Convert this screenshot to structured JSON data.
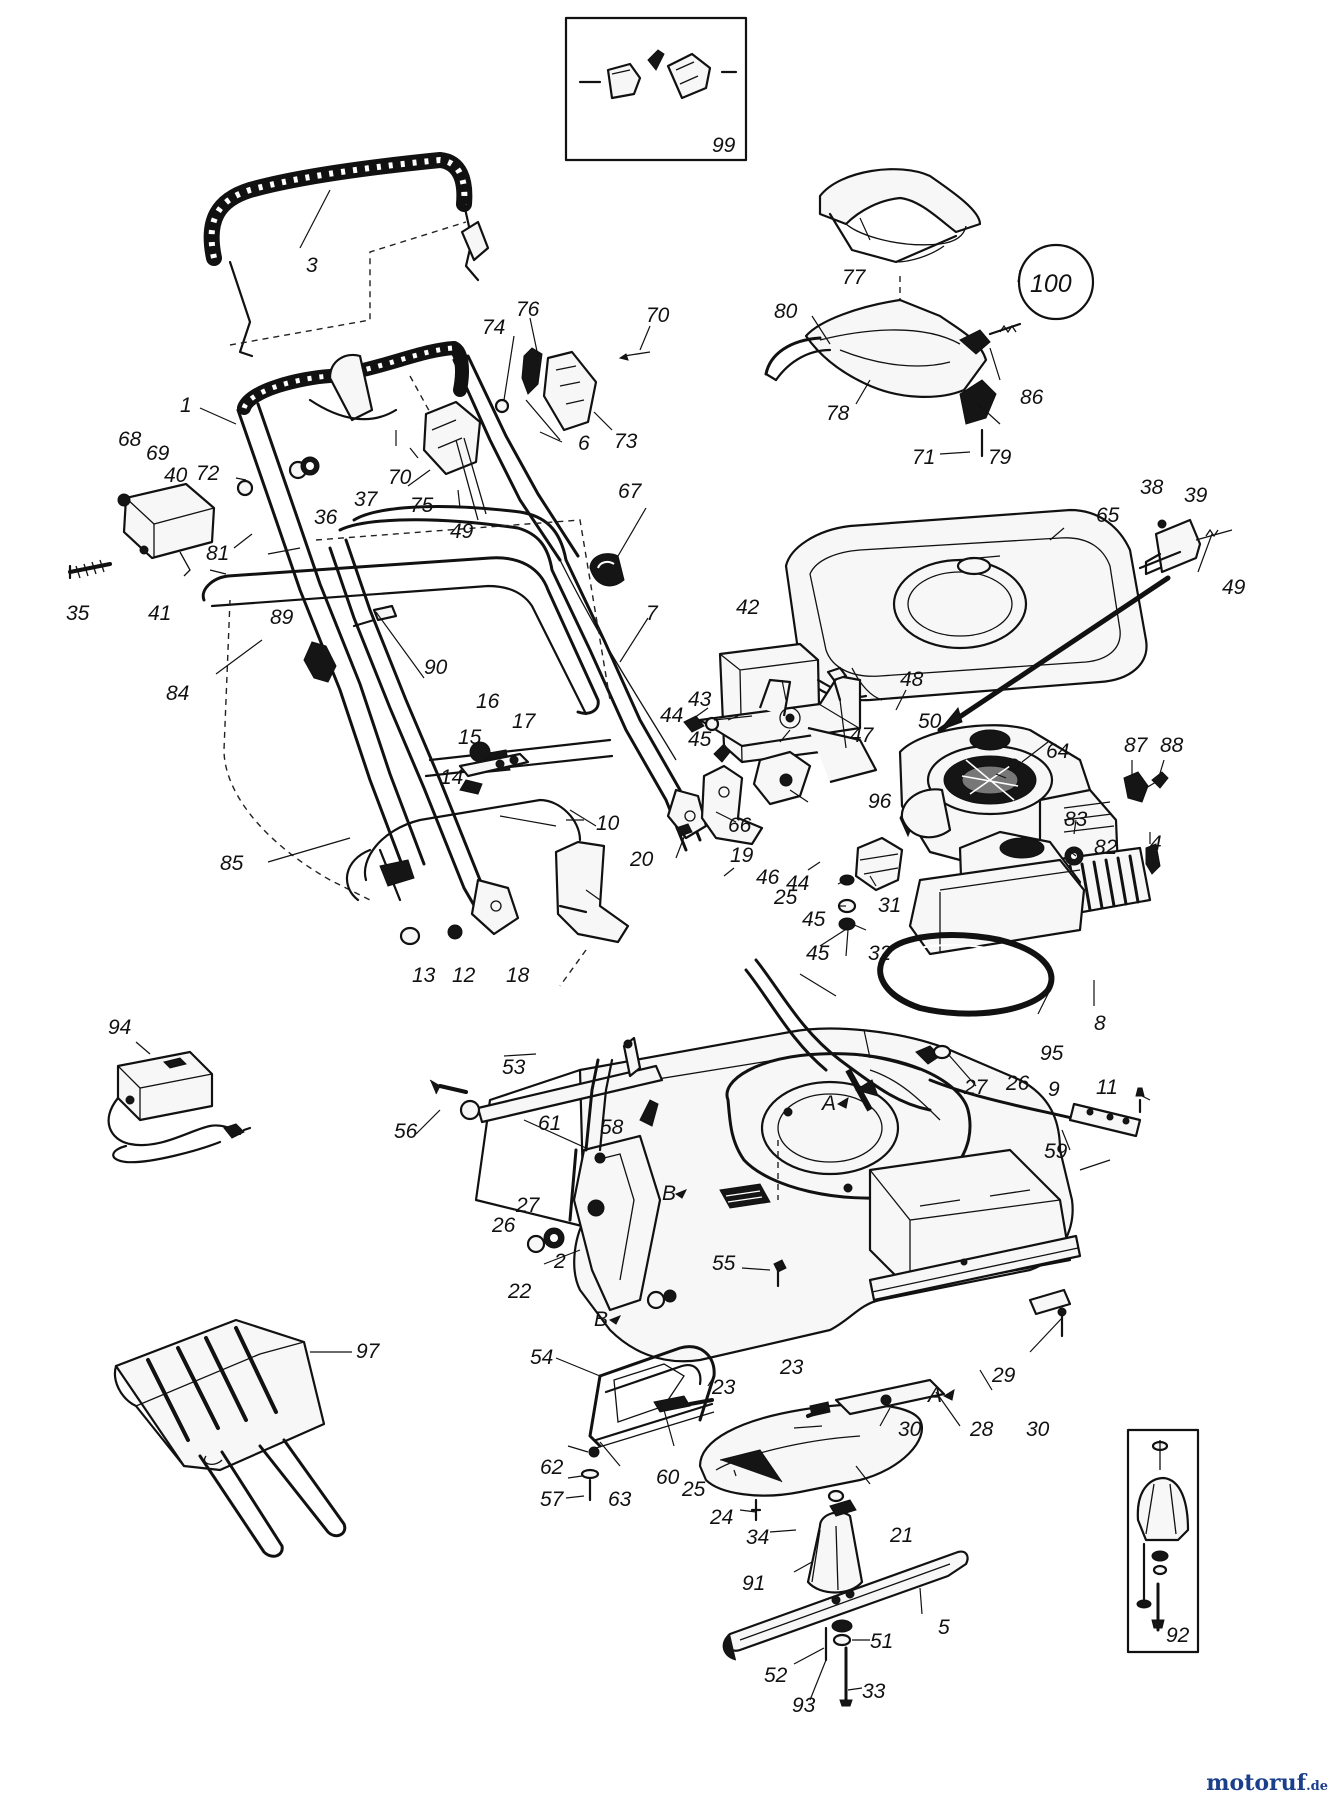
{
  "watermark": {
    "brand": "motoruf",
    "suffix": ".de",
    "color": "#1b3f8a"
  },
  "inset_labels": {
    "top_box": "99",
    "circled": "100",
    "right_box": "92"
  },
  "letter_marks": [
    "A",
    "A",
    "B",
    "B"
  ],
  "callouts": [
    {
      "id": "c1",
      "text": "1"
    },
    {
      "id": "c2",
      "text": "2"
    },
    {
      "id": "c3",
      "text": "3"
    },
    {
      "id": "c4",
      "text": "4"
    },
    {
      "id": "c5",
      "text": "5"
    },
    {
      "id": "c6",
      "text": "6"
    },
    {
      "id": "c7",
      "text": "7"
    },
    {
      "id": "c8",
      "text": "8"
    },
    {
      "id": "c9",
      "text": "9"
    },
    {
      "id": "c10",
      "text": "10"
    },
    {
      "id": "c11",
      "text": "11"
    },
    {
      "id": "c12",
      "text": "12"
    },
    {
      "id": "c13",
      "text": "13"
    },
    {
      "id": "c14",
      "text": "14"
    },
    {
      "id": "c15",
      "text": "15"
    },
    {
      "id": "c16",
      "text": "16"
    },
    {
      "id": "c17",
      "text": "17"
    },
    {
      "id": "c18",
      "text": "18"
    },
    {
      "id": "c19",
      "text": "19"
    },
    {
      "id": "c20",
      "text": "20"
    },
    {
      "id": "c21",
      "text": "21"
    },
    {
      "id": "c22",
      "text": "22"
    },
    {
      "id": "c23a",
      "text": "23"
    },
    {
      "id": "c23b",
      "text": "23"
    },
    {
      "id": "c24",
      "text": "24"
    },
    {
      "id": "c25a",
      "text": "25"
    },
    {
      "id": "c25b",
      "text": "25"
    },
    {
      "id": "c26a",
      "text": "26"
    },
    {
      "id": "c26b",
      "text": "26"
    },
    {
      "id": "c27a",
      "text": "27"
    },
    {
      "id": "c27b",
      "text": "27"
    },
    {
      "id": "c28",
      "text": "28"
    },
    {
      "id": "c29",
      "text": "29"
    },
    {
      "id": "c30a",
      "text": "30"
    },
    {
      "id": "c30b",
      "text": "30"
    },
    {
      "id": "c31",
      "text": "31"
    },
    {
      "id": "c32",
      "text": "32"
    },
    {
      "id": "c33",
      "text": "33"
    },
    {
      "id": "c34",
      "text": "34"
    },
    {
      "id": "c35",
      "text": "35"
    },
    {
      "id": "c36",
      "text": "36"
    },
    {
      "id": "c37",
      "text": "37"
    },
    {
      "id": "c38",
      "text": "38"
    },
    {
      "id": "c39",
      "text": "39"
    },
    {
      "id": "c40",
      "text": "40"
    },
    {
      "id": "c41",
      "text": "41"
    },
    {
      "id": "c42",
      "text": "42"
    },
    {
      "id": "c43",
      "text": "43"
    },
    {
      "id": "c44a",
      "text": "44"
    },
    {
      "id": "c44b",
      "text": "44"
    },
    {
      "id": "c45a",
      "text": "45"
    },
    {
      "id": "c45b",
      "text": "45"
    },
    {
      "id": "c45c",
      "text": "45"
    },
    {
      "id": "c46",
      "text": "46"
    },
    {
      "id": "c47",
      "text": "47"
    },
    {
      "id": "c48",
      "text": "48"
    },
    {
      "id": "c49a",
      "text": "49"
    },
    {
      "id": "c49b",
      "text": "49"
    },
    {
      "id": "c50",
      "text": "50"
    },
    {
      "id": "c51",
      "text": "51"
    },
    {
      "id": "c52",
      "text": "52"
    },
    {
      "id": "c53",
      "text": "53"
    },
    {
      "id": "c54",
      "text": "54"
    },
    {
      "id": "c55",
      "text": "55"
    },
    {
      "id": "c56",
      "text": "56"
    },
    {
      "id": "c57",
      "text": "57"
    },
    {
      "id": "c58",
      "text": "58"
    },
    {
      "id": "c59",
      "text": "59"
    },
    {
      "id": "c60",
      "text": "60"
    },
    {
      "id": "c61",
      "text": "61"
    },
    {
      "id": "c62",
      "text": "62"
    },
    {
      "id": "c63",
      "text": "63"
    },
    {
      "id": "c64",
      "text": "64"
    },
    {
      "id": "c65",
      "text": "65"
    },
    {
      "id": "c66",
      "text": "66"
    },
    {
      "id": "c67",
      "text": "67"
    },
    {
      "id": "c68",
      "text": "68"
    },
    {
      "id": "c69",
      "text": "69"
    },
    {
      "id": "c70a",
      "text": "70"
    },
    {
      "id": "c70b",
      "text": "70"
    },
    {
      "id": "c71",
      "text": "71"
    },
    {
      "id": "c72",
      "text": "72"
    },
    {
      "id": "c73",
      "text": "73"
    },
    {
      "id": "c74",
      "text": "74"
    },
    {
      "id": "c75",
      "text": "75"
    },
    {
      "id": "c76",
      "text": "76"
    },
    {
      "id": "c77",
      "text": "77"
    },
    {
      "id": "c78",
      "text": "78"
    },
    {
      "id": "c79",
      "text": "79"
    },
    {
      "id": "c80",
      "text": "80"
    },
    {
      "id": "c81",
      "text": "81"
    },
    {
      "id": "c82",
      "text": "82"
    },
    {
      "id": "c83",
      "text": "83"
    },
    {
      "id": "c84",
      "text": "84"
    },
    {
      "id": "c85",
      "text": "85"
    },
    {
      "id": "c86",
      "text": "86"
    },
    {
      "id": "c87",
      "text": "87"
    },
    {
      "id": "c88",
      "text": "88"
    },
    {
      "id": "c89",
      "text": "89"
    },
    {
      "id": "c90",
      "text": "90"
    },
    {
      "id": "c91",
      "text": "91"
    },
    {
      "id": "c93",
      "text": "93"
    },
    {
      "id": "c94",
      "text": "94"
    },
    {
      "id": "c95",
      "text": "95"
    },
    {
      "id": "c96",
      "text": "96"
    },
    {
      "id": "c97",
      "text": "97"
    }
  ]
}
